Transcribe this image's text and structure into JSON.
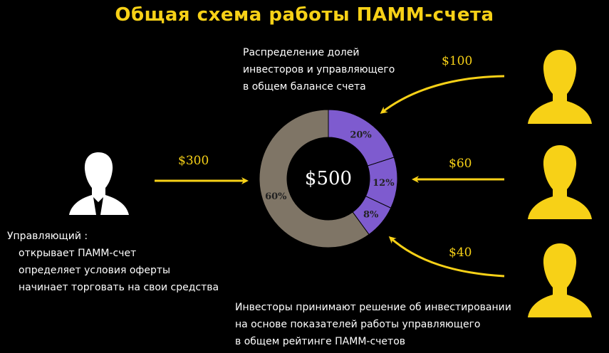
{
  "title": "Общая схема работы ПАММ-счета",
  "top_note": [
    "Распределение долей",
    "инвесторов и управляющего",
    "в общем балансе счета"
  ],
  "manager_note": {
    "heading": "Управляющий :",
    "items": [
      "открывает ПАММ-счет",
      "определяет условия оферты",
      "начинает торговать на свои средства"
    ]
  },
  "bottom_note": [
    "Инвесторы принимают решение об инвестировании",
    "на основе показателей работы управляющего",
    "в общем рейтинге ПАММ-счетов"
  ],
  "manager_amount": "$300",
  "investor_amounts": [
    "$100",
    "$60",
    "$40"
  ],
  "donut": {
    "total": "$500",
    "slices": [
      {
        "label": "20%",
        "value": 20,
        "color": "#7e5bcf"
      },
      {
        "label": "12%",
        "value": 12,
        "color": "#7e5bcf"
      },
      {
        "label": "8%",
        "value": 8,
        "color": "#7e5bcf"
      },
      {
        "label": "60%",
        "value": 60,
        "color": "#7f7566"
      }
    ]
  },
  "colors": {
    "accent": "#f7d117",
    "investor_slice": "#7e5bcf",
    "manager_slice": "#7f7566",
    "background": "#000000"
  }
}
